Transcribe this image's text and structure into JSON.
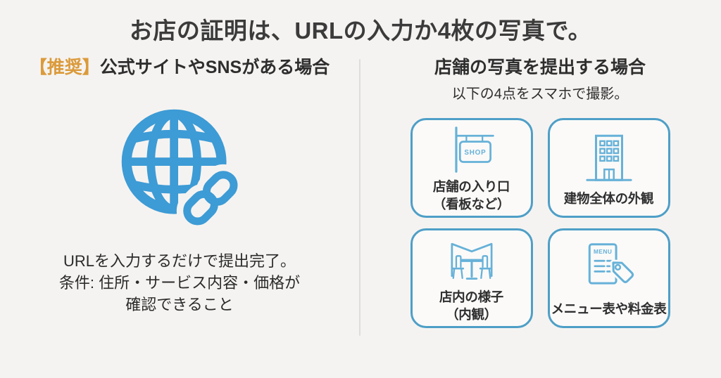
{
  "title": "お店の証明は、URLの入力か4枚の写真で。",
  "left": {
    "badge": "【推奨】",
    "heading": "公式サイトやSNSがある場合",
    "icon": "globe-link-icon",
    "description_lines": [
      "URLを入力するだけで提出完了。",
      "条件: 住所・サービス内容・価格が",
      "確認できること"
    ]
  },
  "right": {
    "heading": "店舗の写真を提出する場合",
    "subheading": "以下の4点をスマホで撮影。",
    "cards": [
      {
        "icon": "shop-sign-icon",
        "sign_label": "SHOP",
        "label_line1": "店舗の入り口",
        "label_line2": "（看板など）"
      },
      {
        "icon": "building-icon",
        "label_line1": "建物全体の外観"
      },
      {
        "icon": "interior-table-chairs-icon",
        "label_line1": "店内の様子",
        "label_line2": "（内観）"
      },
      {
        "icon": "menu-price-tag-icon",
        "doc_label": "MENU",
        "label_line1": "メニュー表や料金表"
      }
    ]
  },
  "colors": {
    "background": "#F5F3F1",
    "card_background": "#FBFAF9",
    "card_border_blue": "#4E9FC7",
    "icon_blue": "#66B1D8",
    "globe_blue": "#3D9BD5",
    "badge_orange": "#DB9A3B",
    "heading_dark": "#2E2E2E",
    "divider_gray": "#DFDDDA"
  }
}
